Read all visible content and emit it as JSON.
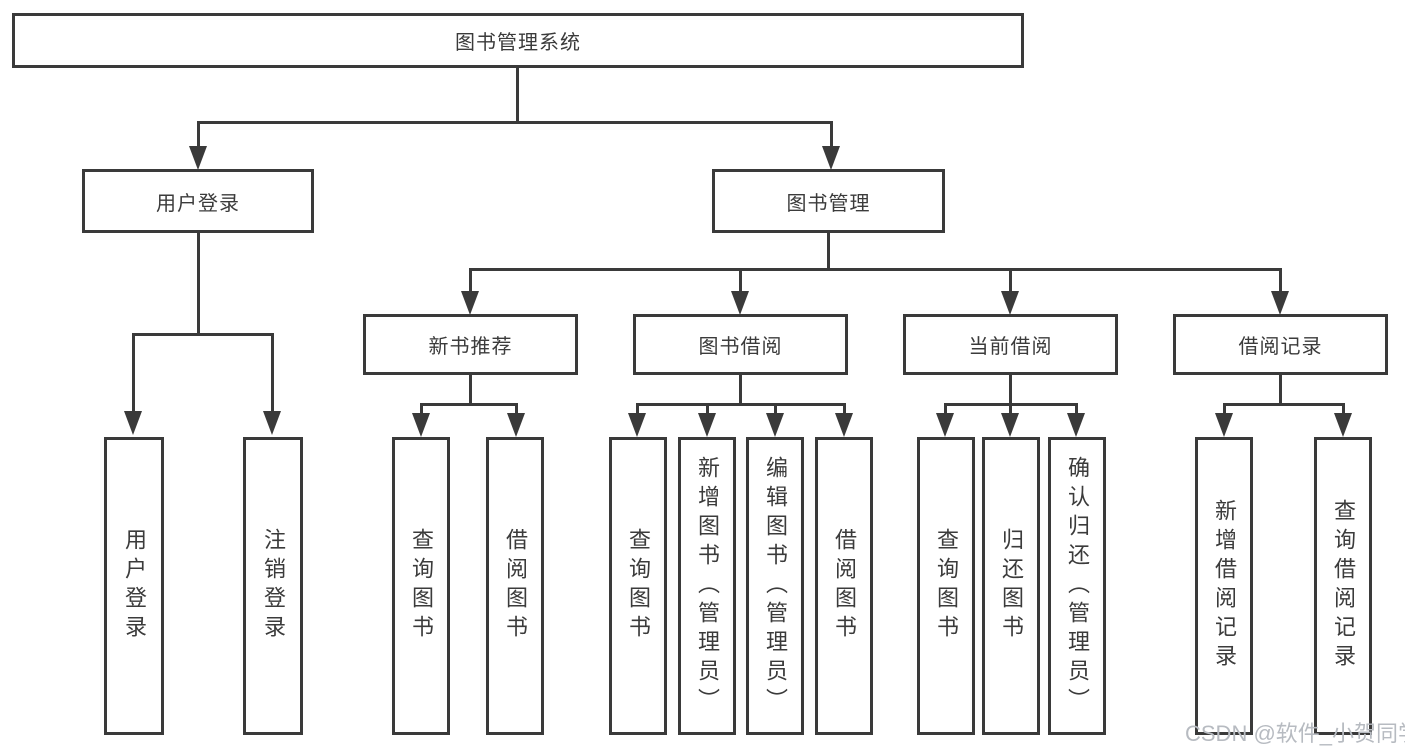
{
  "diagram": {
    "root": {
      "label": "图书管理系统"
    },
    "level2": [
      {
        "label": "用户登录"
      },
      {
        "label": "图书管理"
      }
    ],
    "level3": [
      {
        "label": "新书推荐"
      },
      {
        "label": "图书借阅"
      },
      {
        "label": "当前借阅"
      },
      {
        "label": "借阅记录"
      }
    ],
    "leaves": {
      "user_login": [
        "用户登录",
        "注销登录"
      ],
      "new_book": [
        "查询图书",
        "借阅图书"
      ],
      "book_borrow": [
        "查询图书",
        "新增图书（管理员）",
        "编辑图书（管理员）",
        "借阅图书"
      ],
      "current_borrow": [
        "查询图书",
        "归还图书",
        "确认归还（管理员）"
      ],
      "borrow_record": [
        "新增借阅记录",
        "查询借阅记录"
      ]
    }
  },
  "watermark": {
    "text": "CSDN @软件_小贺同学"
  },
  "colors": {
    "line": "#3a3a3a",
    "text": "#3b3b3b",
    "background": "#ffffff",
    "watermark": "#b7bbc1"
  }
}
